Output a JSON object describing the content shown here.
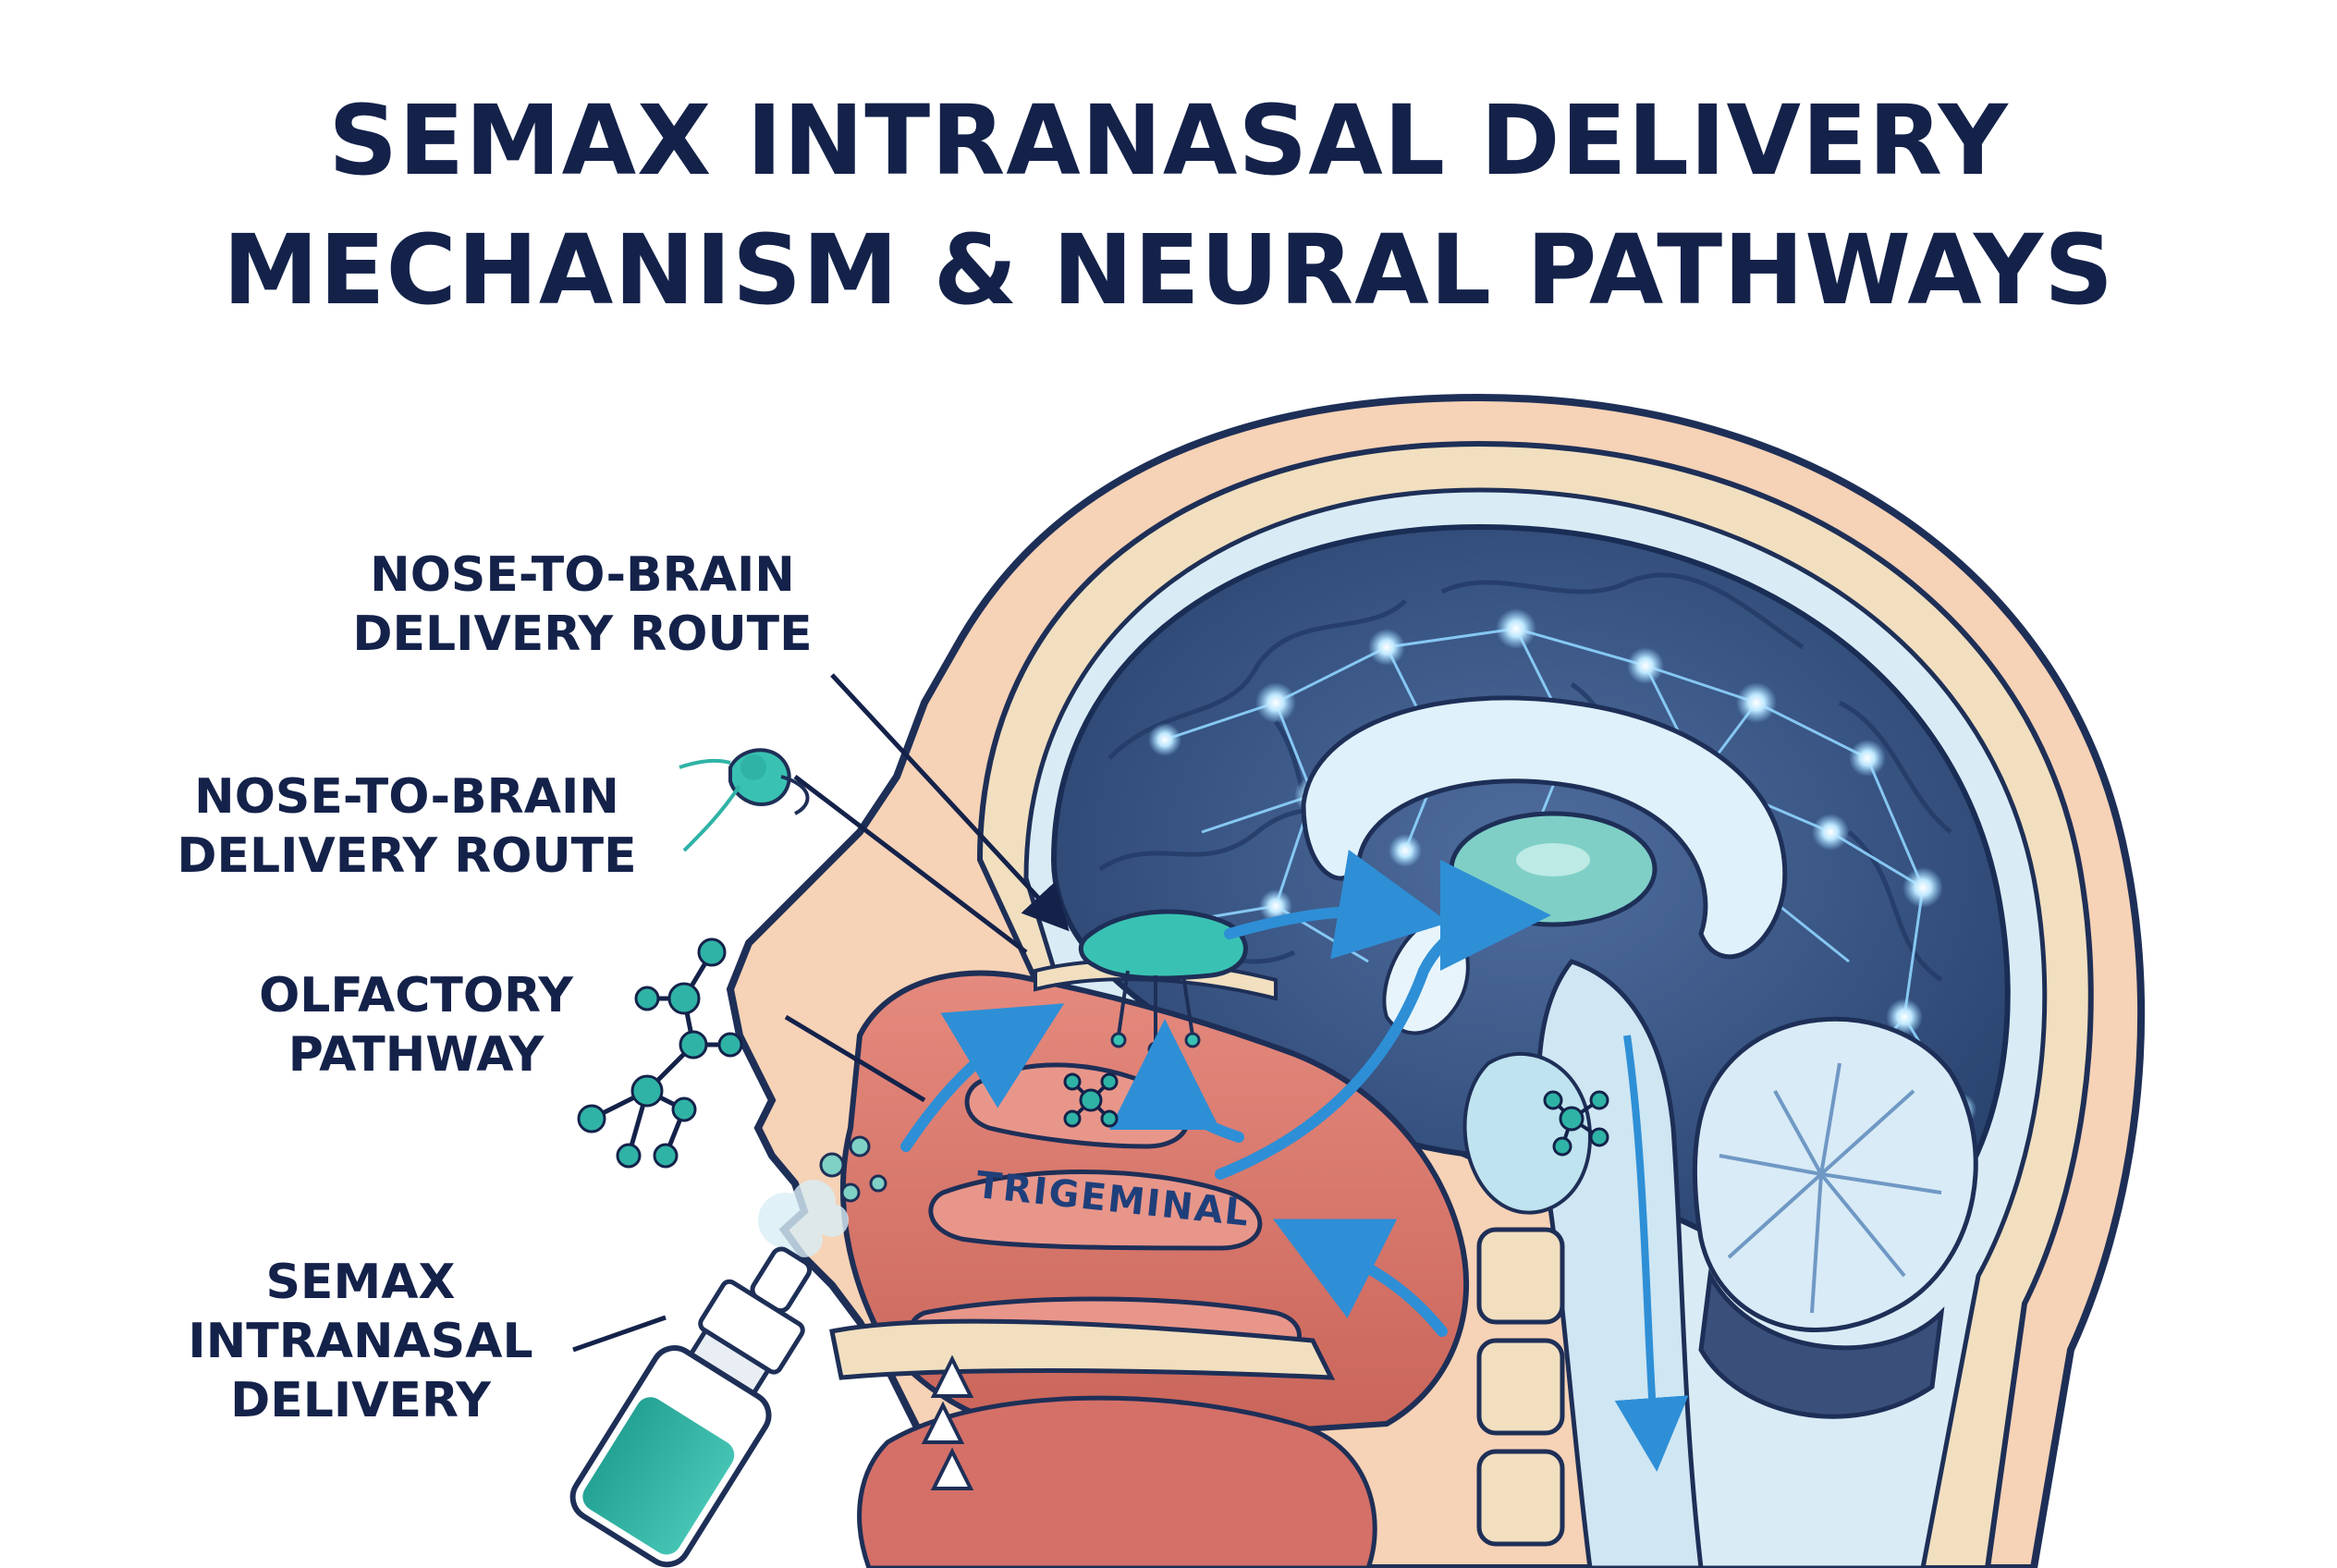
{
  "title": {
    "line1": "SEMAX INTRANASAL DELIVERY",
    "line2": "MECHANISM & NEURAL PATHWAYS"
  },
  "labels": {
    "route_top": [
      "NOSE-TO-BRAIN",
      "DELIVERY ROUTE"
    ],
    "route_mid": [
      "NOSE-TO-BRAIN",
      "DELIVERY ROUTE"
    ],
    "olfactory": [
      "OLFACTORY",
      "PATHWAY"
    ],
    "semax": [
      "SEMAX",
      "INTRANASAL",
      "DELIVERY"
    ],
    "trigeminal": "TRIGEMINAL"
  },
  "colors": {
    "title": "#14224a",
    "skin": "#f6d2b6",
    "skull": "#f1dfbf",
    "brain": "#33507e",
    "glow": "#8fd4ff",
    "nasal": "#d97a6f",
    "teal": "#2fb3a6",
    "pathway": "#2e8fd6"
  },
  "icons": {
    "bottle": "nasal-spray-bottle-icon",
    "molecule": "molecule-icon",
    "neuron": "neuron-icon"
  }
}
